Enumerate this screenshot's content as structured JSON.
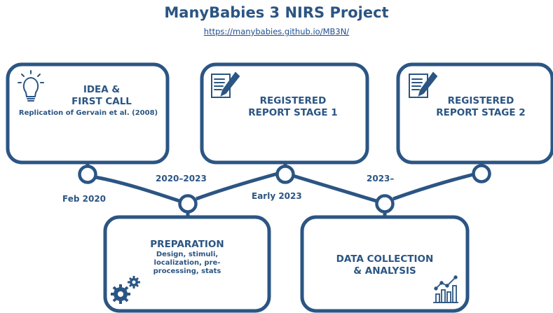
{
  "header": {
    "title": "ManyBabies 3 NIRS Project",
    "url": "https://manybabies.github.io/MB3N/"
  },
  "boxes": {
    "idea": {
      "title_line1": "IDEA &",
      "title_line2": "FIRST CALL",
      "subtitle": "Replication of Gervain et al. (2008)"
    },
    "rr1": {
      "title_line1": "REGISTERED",
      "title_line2": "REPORT STAGE 1"
    },
    "rr2": {
      "title_line1": "REGISTERED",
      "title_line2": "REPORT STAGE 2"
    },
    "prep": {
      "title": "PREPARATION",
      "details": "Design, stimuli, localization, pre-processing, stats"
    },
    "data": {
      "title_line1": "DATA COLLECTION",
      "title_line2": "& ANALYSIS"
    }
  },
  "timeline": {
    "feb2020": "Feb 2020",
    "range1": "2020–2023",
    "early2023": "Early 2023",
    "range2": "2023–"
  },
  "icons": {
    "idea": "lightbulb-icon",
    "rr1": "document-pencil-icon",
    "rr2": "document-pencil-icon",
    "prep": "gears-icon",
    "data": "bar-chart-trend-icon"
  },
  "colors": {
    "primary": "#2b5583"
  }
}
